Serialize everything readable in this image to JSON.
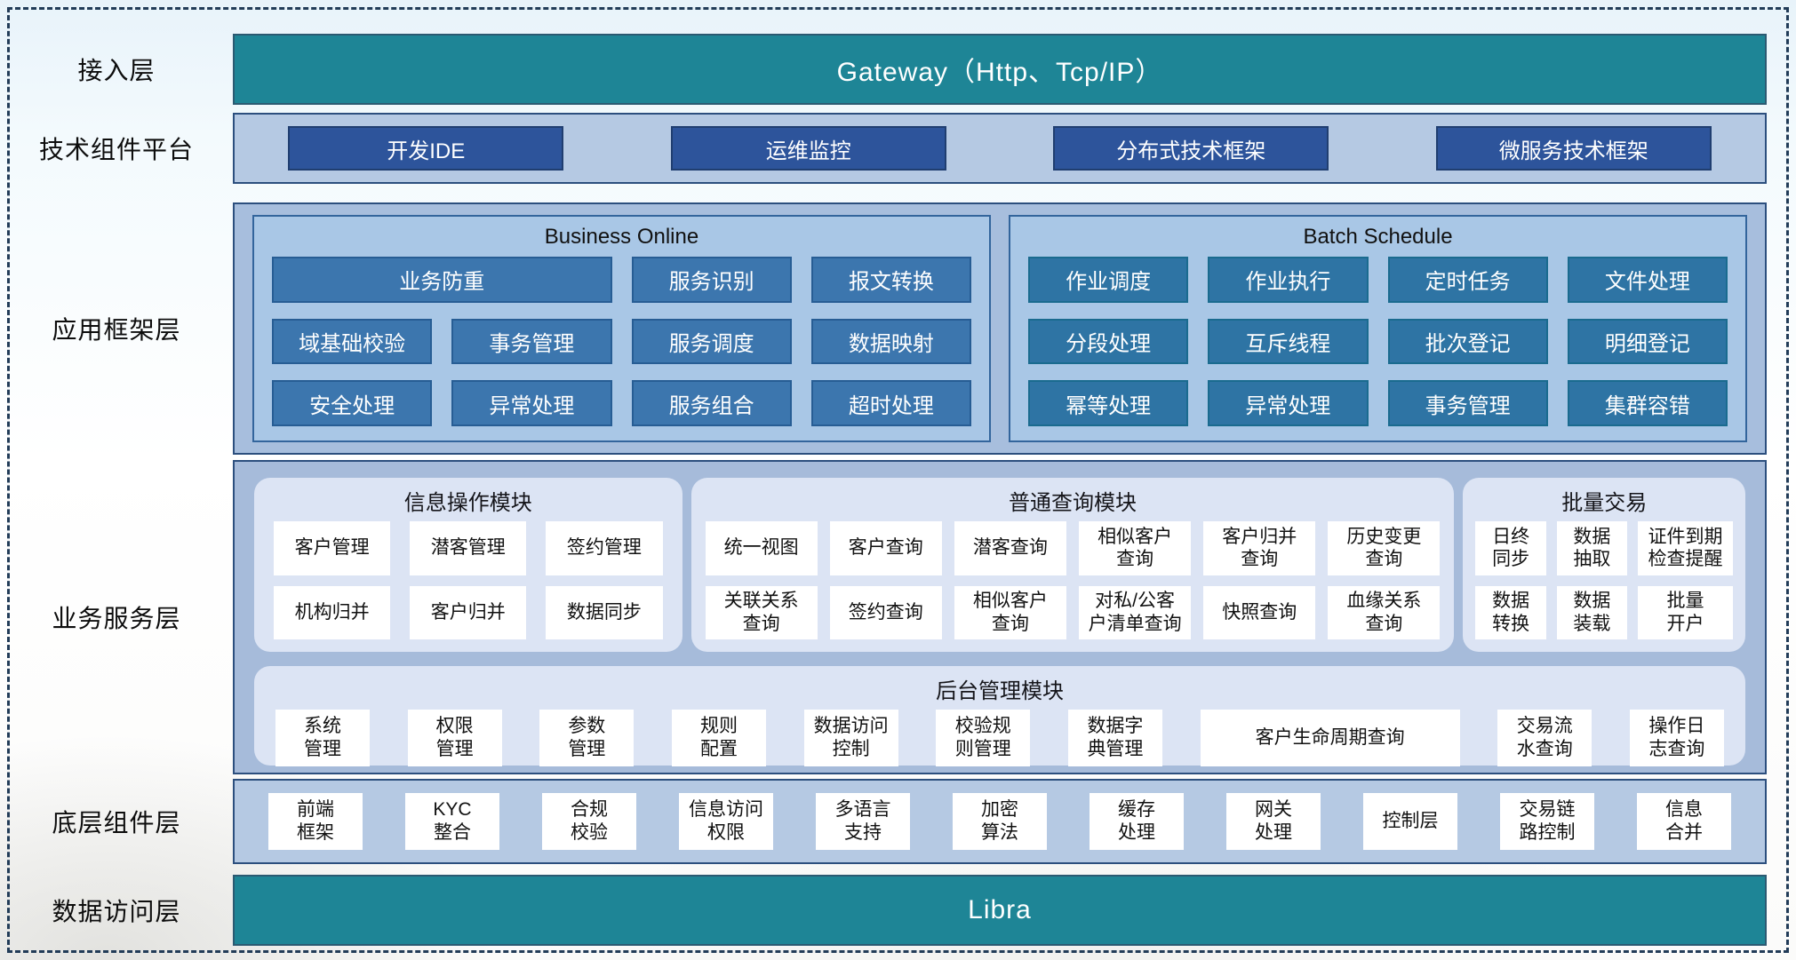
{
  "colors": {
    "teal_bar": "#1e8596",
    "dark_blue_button": "#2d549b",
    "business_online_button": "#3c76ae",
    "batch_schedule_button": "#2e74a4",
    "container_fill": "#b5c9e3",
    "framework_fill": "#a7bedd",
    "rounded_panel_fill": "#dce4f4",
    "container_border": "#2c4f7e"
  },
  "layers": {
    "access": {
      "label": "接入层",
      "bar": "Gateway（Http、Tcp/IP）"
    },
    "tech": {
      "label": "技术组件平台",
      "buttons": [
        "开发IDE",
        "运维监控",
        "分布式技术框架",
        "微服务技术框架"
      ]
    },
    "app_framework": {
      "label": "应用框架层",
      "business_online": {
        "title": "Business Online",
        "buttons": [
          "业务防重",
          "服务识别",
          "报文转换",
          "域基础校验",
          "事务管理",
          "服务调度",
          "数据映射",
          "安全处理",
          "异常处理",
          "服务组合",
          "超时处理"
        ]
      },
      "batch_schedule": {
        "title": "Batch Schedule",
        "buttons": [
          "作业调度",
          "作业执行",
          "定时任务",
          "文件处理",
          "分段处理",
          "互斥线程",
          "批次登记",
          "明细登记",
          "幂等处理",
          "异常处理",
          "事务管理",
          "集群容错"
        ]
      }
    },
    "business_service": {
      "label": "业务服务层",
      "info_ops": {
        "title": "信息操作模块",
        "items": [
          "客户管理",
          "潜客管理",
          "签约管理",
          "机构归并",
          "客户归并",
          "数据同步"
        ]
      },
      "common_query": {
        "title": "普通查询模块",
        "items": [
          "统一视图",
          "客户查询",
          "潜客查询",
          "相似客户\n查询",
          "客户归并\n查询",
          "历史变更\n查询",
          "关联关系\n查询",
          "签约查询",
          "相似客户\n查询",
          "对私/公客\n户清单查询",
          "快照查询",
          "血缘关系\n查询"
        ]
      },
      "batch_trade": {
        "title": "批量交易",
        "items": [
          "日终\n同步",
          "数据\n抽取",
          "证件到期\n检查提醒",
          "数据\n转换",
          "数据\n装载",
          "批量\n开户"
        ]
      },
      "admin": {
        "title": "后台管理模块",
        "items": [
          "系统\n管理",
          "权限\n管理",
          "参数\n管理",
          "规则\n配置",
          "数据访问\n控制",
          "校验规\n则管理",
          "数据字\n典管理",
          "客户生命周期查询",
          "交易流\n水查询",
          "操作日\n志查询"
        ]
      }
    },
    "base_components": {
      "label": "底层组件层",
      "items": [
        "前端\n框架",
        "KYC\n整合",
        "合规\n校验",
        "信息访问\n权限",
        "多语言\n支持",
        "加密\n算法",
        "缓存\n处理",
        "网关\n处理",
        "控制层",
        "交易链\n路控制",
        "信息\n合并"
      ]
    },
    "data_access": {
      "label": "数据访问层",
      "bar": "Libra"
    }
  }
}
